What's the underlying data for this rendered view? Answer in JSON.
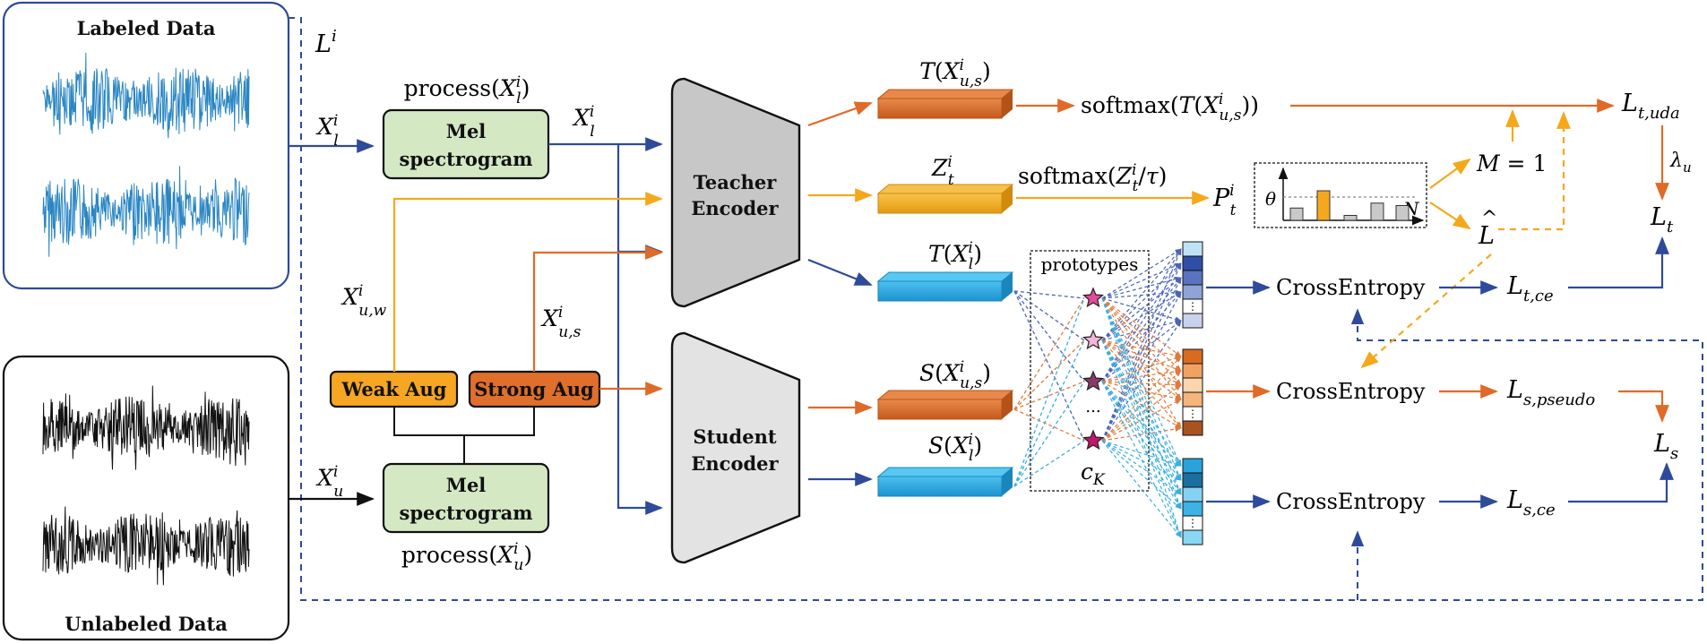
{
  "colors": {
    "blue": "#2e4a9a",
    "orange": "#e06a27",
    "yellow": "#f5a81c",
    "mel_fill": "#d4e8c4",
    "weak_fill": "#f6a623",
    "strong_fill": "#df6f2b",
    "teacher_fill": "#c7c7c7",
    "student_fill": "#e3e3e3",
    "emb_orange": "#d9682a",
    "emb_yellow": "#f2ab1e",
    "emb_blue": "#25a9e0",
    "wave_blue": "#2a86c3",
    "wave_black": "#111111"
  },
  "labeled": {
    "title": "Labeled Data",
    "loss_label": "L^i"
  },
  "unlabeled": {
    "title": "Unlabeled Data"
  },
  "inputs": {
    "x_l": "X_l^i",
    "x_u": "X_u^i",
    "x_l_out": "X_l^i",
    "x_uw": "X_{u,w}^i",
    "x_us": "X_{u,s}^i"
  },
  "mel_top": {
    "line1": "Mel",
    "line2": "spectrogram",
    "caption": "process(X_l^i)"
  },
  "mel_bottom": {
    "line1": "Mel",
    "line2": "spectrogram",
    "caption": "process(X_u^i)"
  },
  "aug": {
    "weak": "Weak Aug",
    "strong": "Strong Aug"
  },
  "teacher": {
    "line1": "Teacher",
    "line2": "Encoder"
  },
  "student": {
    "line1": "Student",
    "line2": "Encoder"
  },
  "embeddings": {
    "t_us": "T(X_{u,s}^i)",
    "z_t": "Z_t^i",
    "t_l": "T(X_l^i)",
    "s_us": "S(X_{u,s}^i)",
    "s_l": "S(X_l^i)"
  },
  "ops": {
    "softmax_t": "softmax(T(X_{u,s}^i))",
    "softmax_z": "softmax(Z_t^i/τ)",
    "p_t": "P_t^i",
    "mask": "M = 1",
    "l_hat": "L̂",
    "theta": "θ",
    "n": "N",
    "prototypes": "prototypes",
    "ellipsis": "...",
    "c_k": "c_K",
    "ce1": "CrossEntropy",
    "ce2": "CrossEntropy",
    "ce3": "CrossEntropy"
  },
  "losses": {
    "l_t_uda": "L_{t,uda}",
    "lambda_u": "λ_u",
    "l_t": "L_t",
    "l_t_ce": "L_{t,ce}",
    "l_s_pseudo": "L_{s,pseudo}",
    "l_s": "L_s",
    "l_s_ce": "L_{s,ce}"
  },
  "histogram": {
    "bars": [
      0.25,
      0.6,
      0.1,
      0.35,
      0.3
    ]
  }
}
